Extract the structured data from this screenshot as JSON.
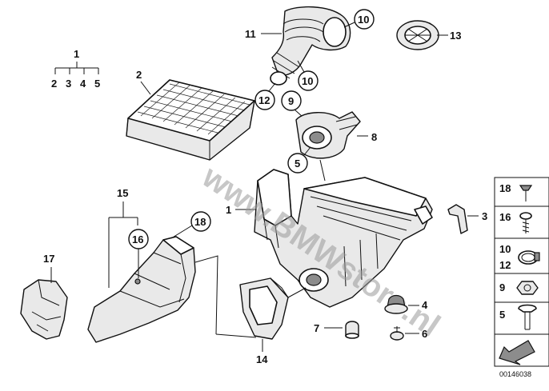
{
  "callouts": {
    "c1a": "1",
    "c2a": "2",
    "c3a": "3",
    "c4a": "4",
    "c5a": "5",
    "c2b": "2",
    "c11": "11",
    "c10a": "10",
    "c13": "13",
    "c10b": "10",
    "c12a": "12",
    "c9a": "9",
    "c8": "8",
    "c5b": "5",
    "c1b": "1",
    "c3b": "3",
    "c15": "15",
    "c18": "18",
    "c16": "16",
    "c17": "17",
    "c4b": "4",
    "c7": "7",
    "c6": "6",
    "c14": "14"
  },
  "legend": {
    "r1": "18",
    "r2": "16",
    "r3a": "10",
    "r3b": "12",
    "r4": "9",
    "r5": "5"
  },
  "diagram_id": "00146038",
  "watermark": "www.BMWstore.nl"
}
